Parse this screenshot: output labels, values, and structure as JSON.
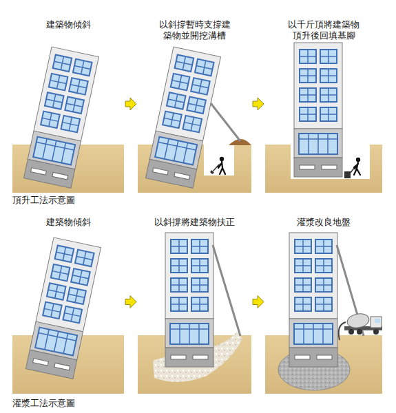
{
  "diagram": {
    "nodes": [
      {
        "text": [
          "建築物傾斜"
        ]
      },
      {
        "text": [
          "以斜撐暫時支撐建 築物並開挖溝槽"
        ]
      },
      {
        "text": [
          "以千斤頂將建築物 頂升後回填基腳"
        ]
      },
      {
        "text": [
          "建築物傾斜"
        ]
      },
      {
        "text": [
          "以斜撐將建築物扶正"
        ]
      },
      {
        "text": [
          "灌漿改良地盤"
        ]
      }
    ],
    "edges": [
      {
        "from": 0,
        "to": 1,
        "arrow": "to"
      },
      {
        "from": 1,
        "to": 2,
        "arrow": "to"
      },
      {
        "from": 3,
        "to": 4,
        "arrow": "to"
      },
      {
        "from": 4,
        "to": 5,
        "arrow": "to"
      }
    ],
    "labels": [
      "頂升工法示意圖",
      "灌漿工法示意圖"
    ]
  }
}
